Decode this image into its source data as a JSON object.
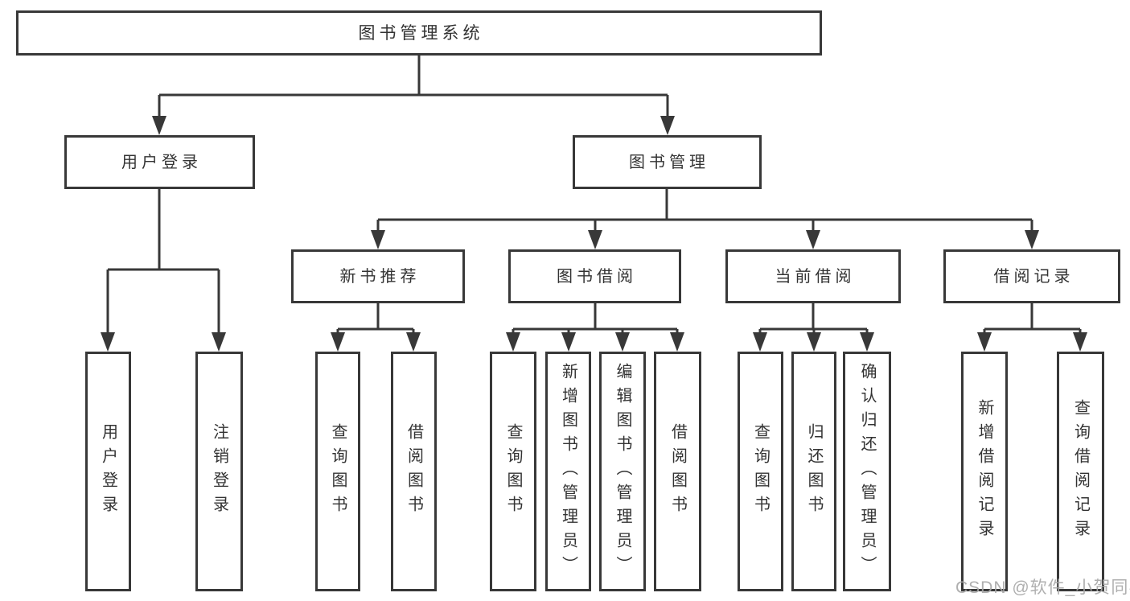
{
  "diagram": {
    "root": {
      "label": "图书管理系统"
    },
    "branches": [
      {
        "label": "用户登录",
        "children": [
          {
            "label": "用户登录"
          },
          {
            "label": "注销登录"
          }
        ]
      },
      {
        "label": "图书管理",
        "children": [
          {
            "label": "新书推荐",
            "children": [
              {
                "label": "查询图书"
              },
              {
                "label": "借阅图书"
              }
            ]
          },
          {
            "label": "图书借阅",
            "children": [
              {
                "label": "查询图书"
              },
              {
                "label": "新增图书（管理员）"
              },
              {
                "label": "编辑图书（管理员）"
              },
              {
                "label": "借阅图书"
              }
            ]
          },
          {
            "label": "当前借阅",
            "children": [
              {
                "label": "查询图书"
              },
              {
                "label": "归还图书"
              },
              {
                "label": "确认归还（管理员）"
              }
            ]
          },
          {
            "label": "借阅记录",
            "children": [
              {
                "label": "新增借阅记录"
              },
              {
                "label": "查询借阅记录"
              }
            ]
          }
        ]
      }
    ]
  },
  "colors": {
    "line": "#383838",
    "node_border": "#383838",
    "node_text": "#333333",
    "watermark": "#a8a8a8"
  },
  "watermark": {
    "text": "CSDN @软件_小贺同学"
  }
}
